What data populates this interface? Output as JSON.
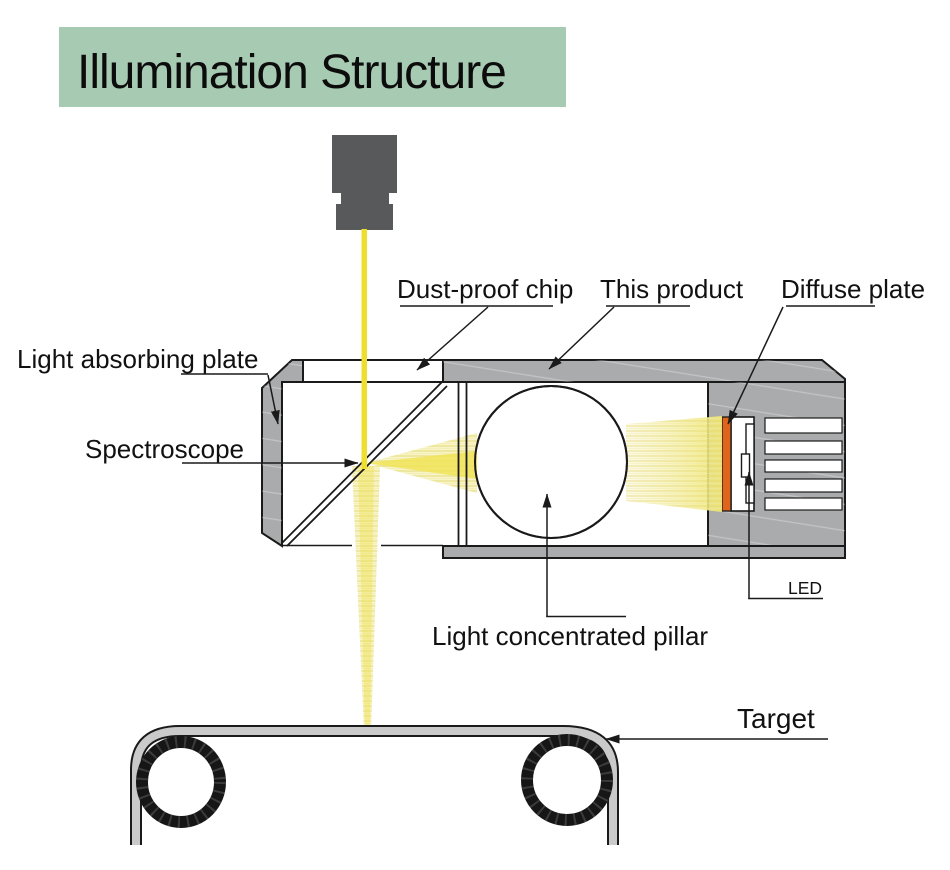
{
  "title": {
    "label": "Illumination Structure"
  },
  "labels": {
    "dust_proof_chip": "Dust-proof chip",
    "this_product": "This product",
    "diffuse_plate": "Diffuse plate",
    "light_absorbing_plate": "Light absorbing plate",
    "spectroscope": "Spectroscope",
    "light_concentrated_pillar": "Light concentrated pillar",
    "led": "LED",
    "target": "Target"
  },
  "colors": {
    "banner_bg": "#a7cbb2",
    "housing_gray": "#a9abad",
    "camera_gray": "#58595b",
    "beam_yellow": "#eedf2f",
    "beam_pale": "#f8f4c6",
    "beam_core": "#f0e354",
    "diffuse_orange": "#e0651c",
    "outline": "#1a1a1a",
    "target_gray": "#cacaca"
  }
}
